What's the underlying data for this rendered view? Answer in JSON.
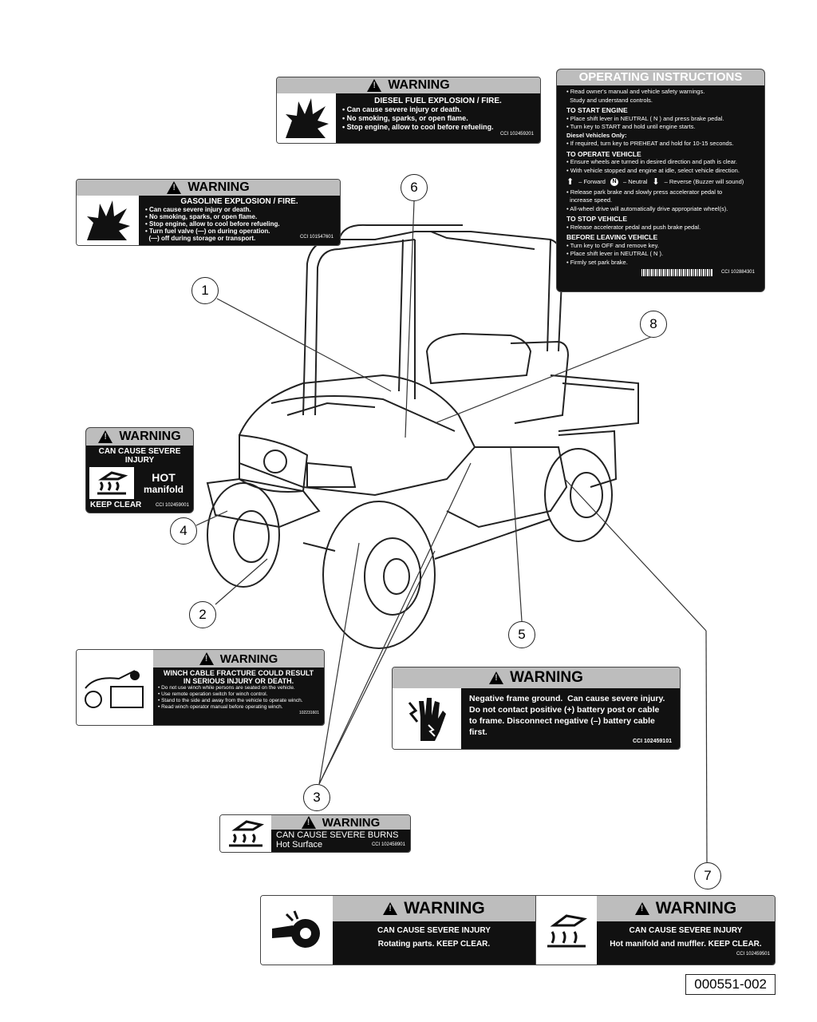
{
  "callouts": [
    "1",
    "2",
    "3",
    "4",
    "5",
    "6",
    "7",
    "8"
  ],
  "diesel_warning": {
    "header": "WARNING",
    "title": "DIESEL FUEL EXPLOSION / FIRE.",
    "lines": [
      "• Can cause severe injury or death.",
      "• No smoking, sparks, or open flame.",
      "• Stop engine, allow to cool before refueling."
    ],
    "code": "CCI 102459201"
  },
  "gasoline_warning": {
    "header": "WARNING",
    "title": "GASOLINE EXPLOSION / FIRE.",
    "lines": [
      "• Can cause severe injury or death.",
      "• No smoking, sparks, or open flame.",
      "• Stop engine, allow to cool before refueling.",
      "• Turn fuel valve (—) on during operation.",
      "  (—) off during storage or transport."
    ],
    "code": "CCI 101547601"
  },
  "operating_instructions": {
    "header": "OPERATING INSTRUCTIONS",
    "intro": [
      "• Read owner's manual and vehicle safety warnings.",
      "  Study and understand controls."
    ],
    "start_title": "TO START ENGINE",
    "start_lines": [
      "• Place shift lever in NEUTRAL ( N ) and press brake pedal.",
      "• Turn key to START and hold until engine starts."
    ],
    "diesel_title": "Diesel Vehicles Only:",
    "diesel_lines": [
      "• If required, turn key to PREHEAT and hold for 10-15 seconds."
    ],
    "operate_title": "TO OPERATE VEHICLE",
    "operate_lines": [
      "• Ensure wheels are turned in desired direction and path is clear.",
      "• With vehicle stopped and engine at idle, select vehicle direction."
    ],
    "dir_forward": "– Forward",
    "dir_neutral": "– Neutral",
    "dir_reverse": "– Reverse (Buzzer will sound)",
    "operate_lines2": [
      "• Release park brake and slowly press accelerator pedal to",
      "  increase speed.",
      "• All-wheel drive will automatically drive appropriate wheel(s)."
    ],
    "stop_title": "TO STOP VEHICLE",
    "stop_lines": [
      "• Release accelerator pedal and push brake pedal."
    ],
    "leave_title": "BEFORE LEAVING VEHICLE",
    "leave_lines": [
      "• Turn key to OFF and remove key.",
      "• Place shift lever in NEUTRAL ( N ).",
      "• Firmly set park brake."
    ],
    "code": "CCI 102884301"
  },
  "manifold_warning": {
    "header": "WARNING",
    "sub": "CAN CAUSE SEVERE INJURY",
    "hot": "HOT",
    "manifold": "manifold",
    "keep": "KEEP CLEAR",
    "code": "CCI 102459001"
  },
  "winch_warning": {
    "header": "WARNING",
    "title1": "WINCH CABLE FRACTURE COULD RESULT",
    "title2": "IN SERIOUS INJURY OR DEATH.",
    "lines": [
      "• Do not use winch while persons are seated on the vehicle.",
      "• Use remote operation switch for winch control.",
      "• Stand to the side and away from the vehicle to operate winch.",
      "• Read winch operator manual before operating winch."
    ],
    "code": "102231601"
  },
  "battery_warning": {
    "header": "WARNING",
    "lines": [
      "Negative frame ground.  Can cause severe injury.",
      "Do not contact positive (+) battery post or cable",
      "to frame. Disconnect negative (–) battery cable first."
    ],
    "code": "CCI 102459101"
  },
  "burns_warning": {
    "header": "WARNING",
    "line1": "CAN CAUSE SEVERE BURNS",
    "line2": "Hot Surface",
    "code": "CCI 102458901"
  },
  "rotating_warning": {
    "header": "WARNING",
    "sub": "CAN CAUSE SEVERE INJURY",
    "text": "Rotating parts. KEEP CLEAR."
  },
  "muffler_warning": {
    "header": "WARNING",
    "sub": "CAN CAUSE SEVERE INJURY",
    "text": "Hot manifold and muffler. KEEP CLEAR.",
    "code": "CCI 102459501"
  },
  "part_number": "000551-002"
}
